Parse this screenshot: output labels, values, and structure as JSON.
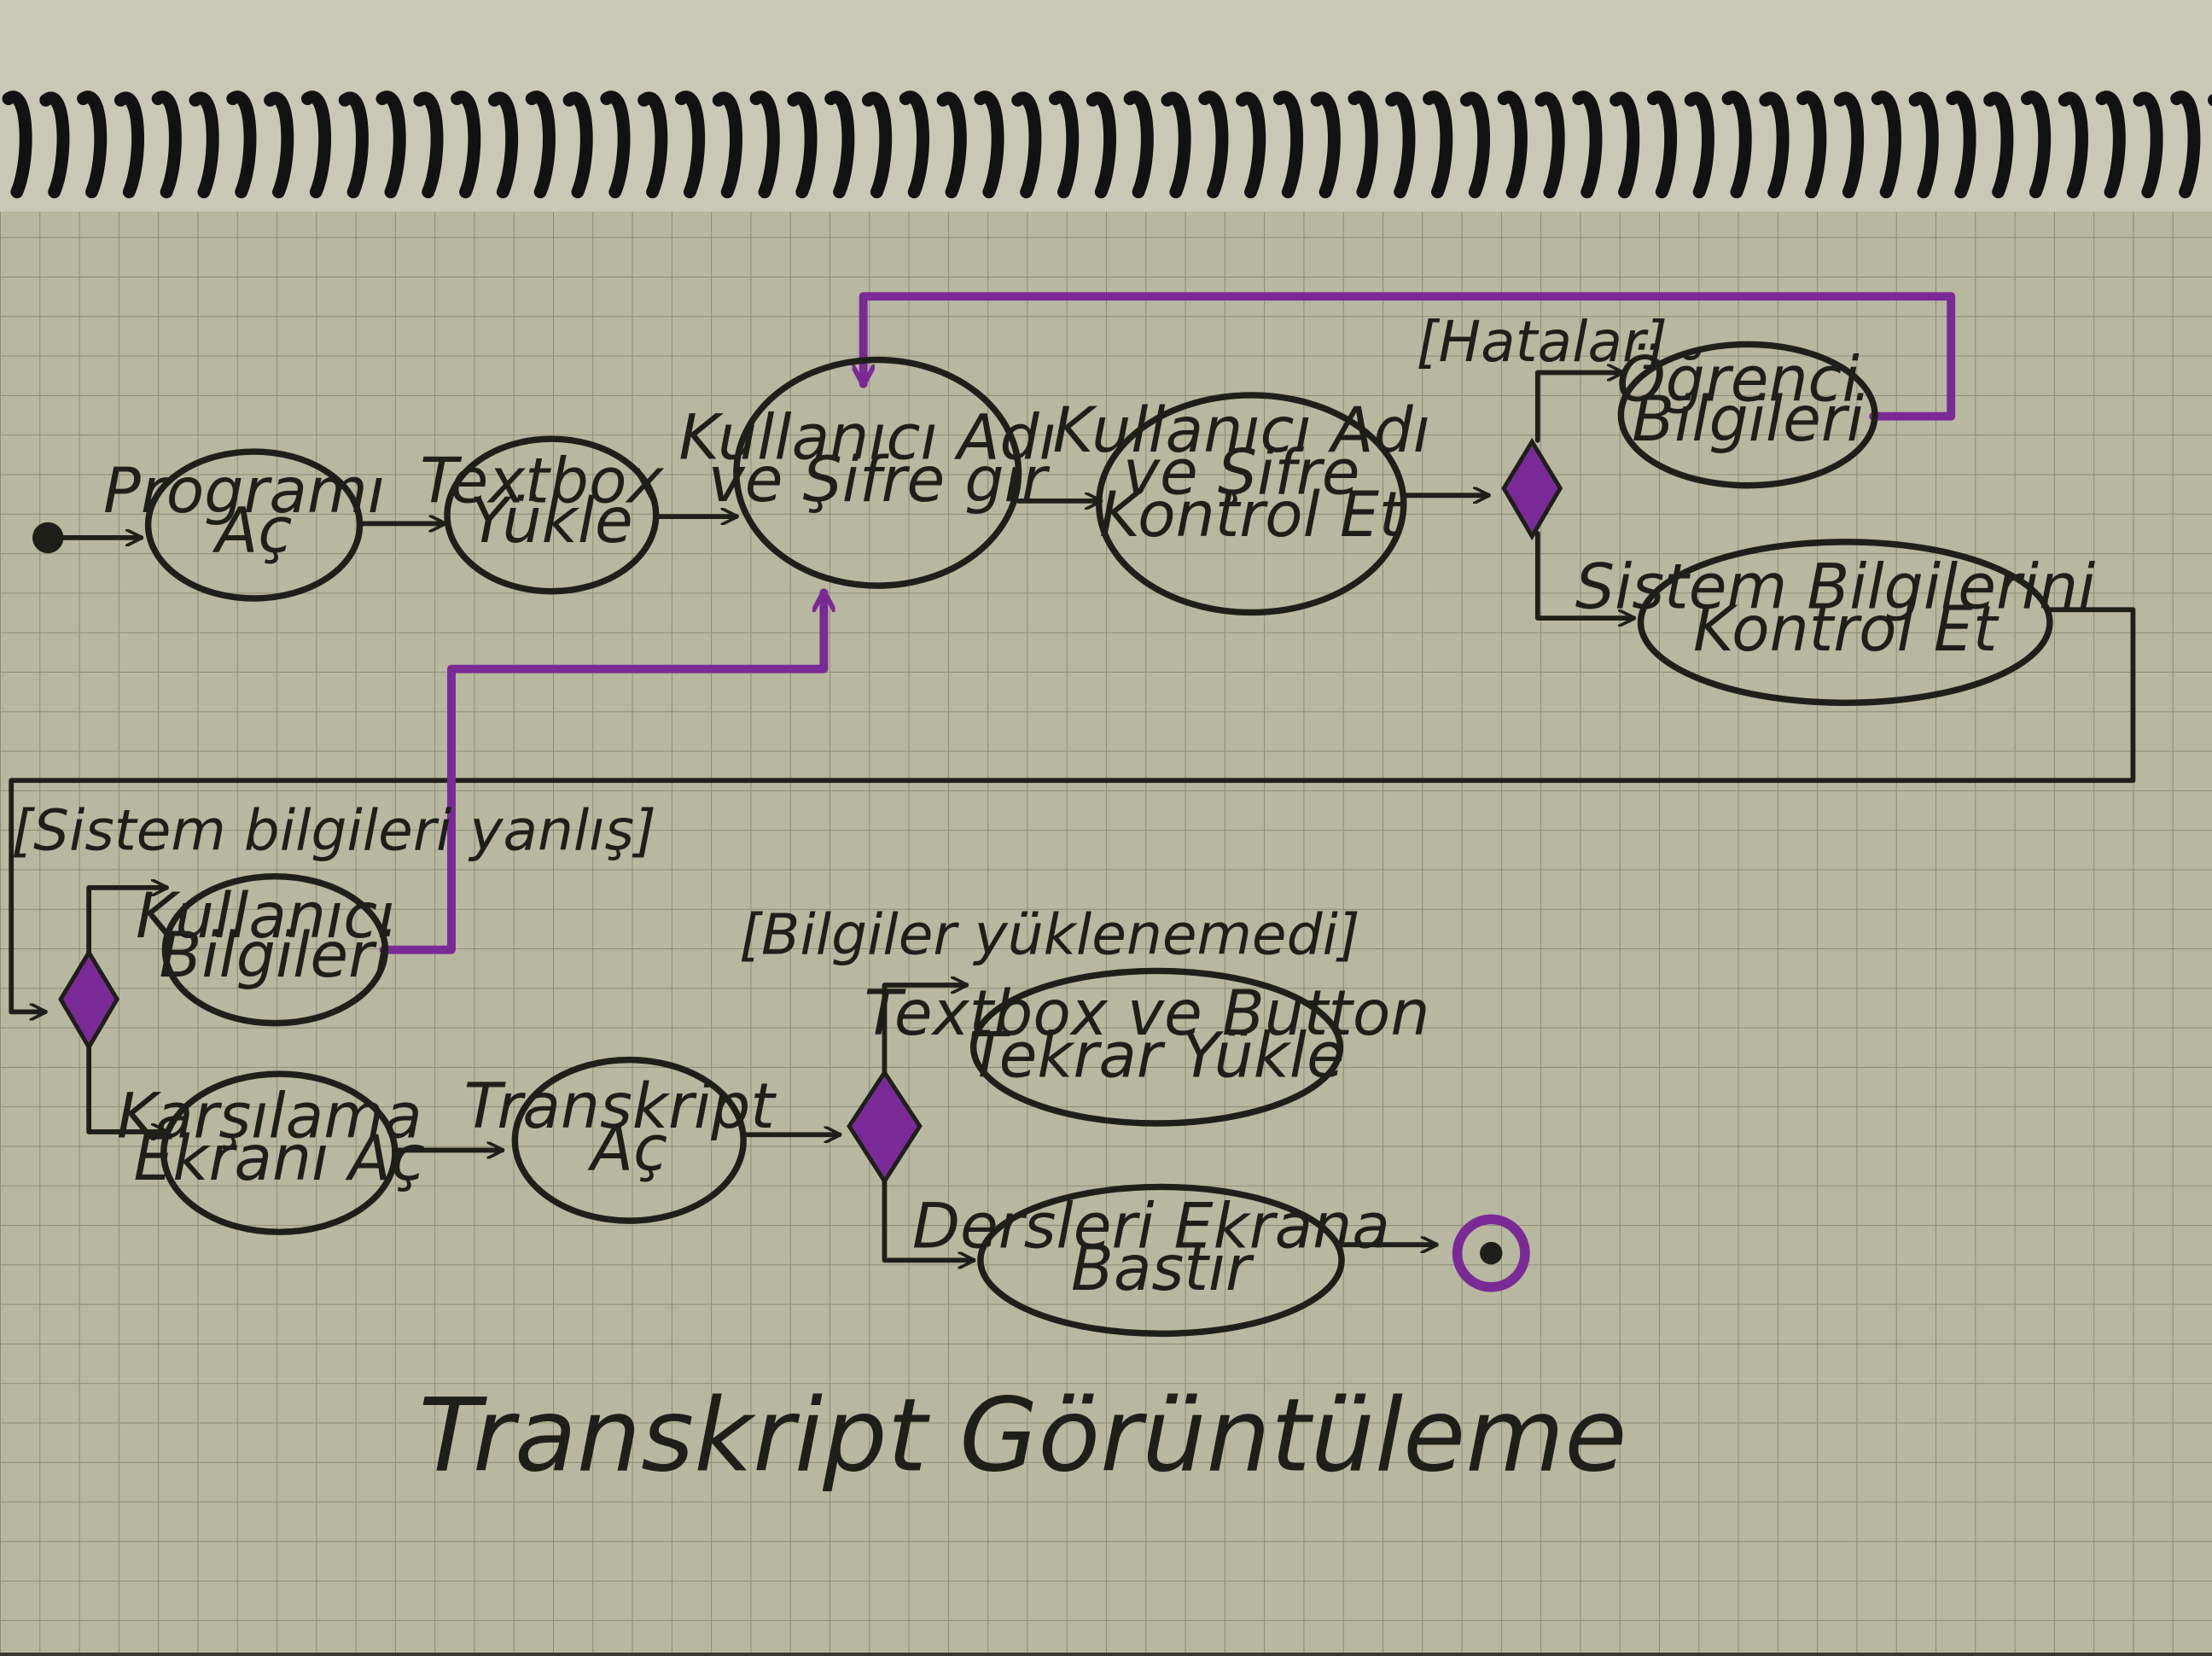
{
  "diagram": {
    "title": "Transkript Görüntüleme",
    "colors": {
      "paper": "#b8b79f",
      "grid": "#8c8c76",
      "ink": "#1f1f1a",
      "accent": "#7a2a96",
      "binding": "#121212"
    },
    "nodes": {
      "n1": [
        "Programı",
        "Aç"
      ],
      "n2": [
        "Textbox",
        "Yükle"
      ],
      "n3": [
        "Kullanıcı Adı",
        "ve Şifre gir"
      ],
      "n4": [
        "Kullanıcı Adı",
        "ve Şifre",
        "Kontrol Et"
      ],
      "n5": [
        "Öğrenci",
        "Bilgileri"
      ],
      "n6": [
        "Sistem Bilgilerini",
        "Kontrol Et"
      ],
      "n7": [
        "Kullanıcı",
        "Bilgileri"
      ],
      "n8": [
        "Karşılama",
        "Ekranı Aç"
      ],
      "n9": [
        "Transkript",
        "Aç"
      ],
      "n10": [
        "Textbox ve Button",
        "Tekrar Yükle"
      ],
      "n11": [
        "Dersleri Ekrana",
        "Bastır"
      ]
    },
    "guards": {
      "g1": "[Hatalar]",
      "g2": "[Sistem bilgileri yanlış]",
      "g3": "[Bilgiler yüklenemedi]"
    }
  }
}
